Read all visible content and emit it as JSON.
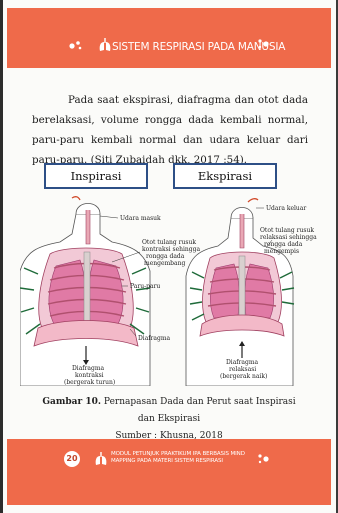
{
  "header": {
    "title": "SISTEM RESPIRASI PADA MANUSIA"
  },
  "paragraph": "Pada saat ekspirasi, diafragma dan otot dada berelaksasi, volume rongga dada kembali normal, paru-paru kembali normal dan udara keluar dari paru-paru. (Siti Zubaidah dkk, 2017 :54).",
  "labels": {
    "inspirasi": "Inspirasi",
    "ekspirasi": "Ekspirasi"
  },
  "figure": {
    "left": {
      "udara_masuk": "Udara masuk",
      "otot": [
        "Otot tulang rusuk",
        "kontraksi sehingga",
        "rongga dada",
        "mengembang"
      ],
      "paru": "Paru-paru",
      "diafragma": "Diafragma",
      "diafragma_state": [
        "Diafragma",
        "kontraksi",
        "(bergerak turun)"
      ]
    },
    "right": {
      "udara_keluar": "Udara keluar",
      "otot": [
        "Otot tulang rusuk",
        "relaksasi sehingga",
        "rongga dada",
        "mengempis"
      ],
      "diafragma_state": [
        "Diafragma",
        "relaksasi",
        "(bergerak naik)"
      ]
    }
  },
  "caption": {
    "label": "Gambar 10.",
    "text": "Pernapasan Dada dan Perut saat Inspirasi dan Ekspirasi",
    "source": "Sumber : Khusna, 2018"
  },
  "footer": {
    "page_number": "20",
    "text": "MODUL PETUNJUK PRAKTIKUM IPA BERBASIS MIND MAPPING PADA MATERI SISTEM RESPIRASI"
  },
  "colors": {
    "brand": "#ef6a4a",
    "box_border": "#2d4f86",
    "lung": "#e06fa0"
  }
}
